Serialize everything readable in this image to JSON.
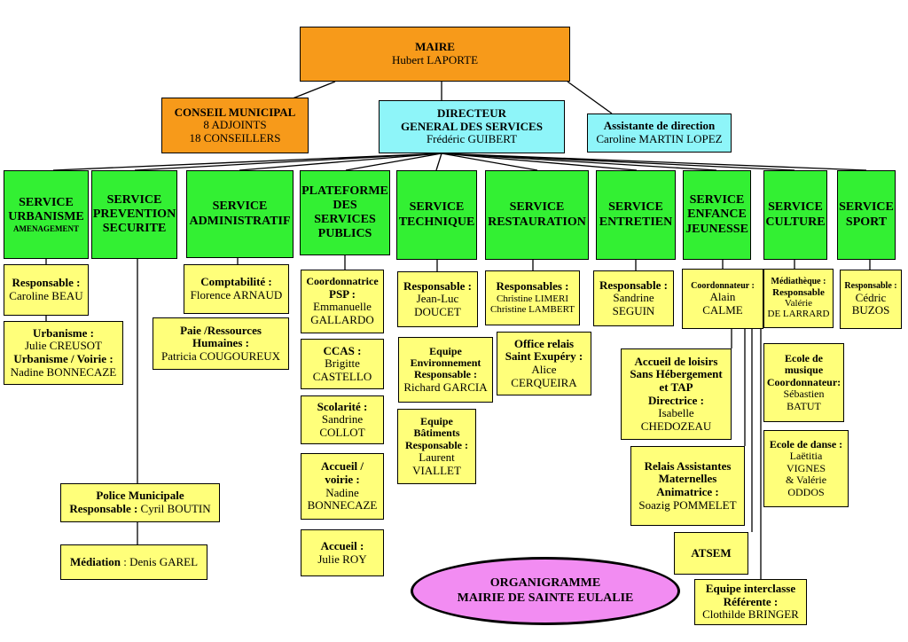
{
  "maire": {
    "title": "MAIRE",
    "name": "Hubert LAPORTE"
  },
  "conseil": {
    "title": "CONSEIL MUNICIPAL",
    "line1": "8 ADJOINTS",
    "line2": "18 CONSEILLERS"
  },
  "directeur": {
    "title1": "DIRECTEUR",
    "title2": "GENERAL DES SERVICES",
    "name": "Frédéric GUIBERT"
  },
  "assistante": {
    "title": "Assistante de direction",
    "name": "Caroline MARTIN LOPEZ"
  },
  "services": {
    "urbanisme": {
      "l1": "SERVICE",
      "l2": "URBANISME",
      "l3": "AMENAGEMENT"
    },
    "prevention": {
      "l1": "SERVICE",
      "l2": "PREVENTION",
      "l3": "SECURITE"
    },
    "administratif": {
      "l1": "SERVICE",
      "l2": "ADMINISTRATIF"
    },
    "plateforme": {
      "l1": "PLATEFORME",
      "l2": "DES",
      "l3": "SERVICES",
      "l4": "PUBLICS"
    },
    "technique": {
      "l1": "SERVICE",
      "l2": "TECHNIQUE"
    },
    "restauration": {
      "l1": "SERVICE",
      "l2": "RESTAURATION"
    },
    "entretien": {
      "l1": "SERVICE",
      "l2": "ENTRETIEN"
    },
    "enfance": {
      "l1": "SERVICE",
      "l2": "ENFANCE",
      "l3": "JEUNESSE"
    },
    "culture": {
      "l1": "SERVICE",
      "l2": "CULTURE"
    },
    "sport": {
      "l1": "SERVICE",
      "l2": "SPORT"
    }
  },
  "urbanisme": {
    "resp": {
      "label": "Responsable :",
      "name": "Caroline BEAU"
    },
    "detail": {
      "label1": "Urbanisme :",
      "name1": "Julie CREUSOT",
      "label2": "Urbanisme / Voirie :",
      "name2": "Nadine BONNECAZE"
    }
  },
  "prevention": {
    "police": {
      "title": "Police Municipale",
      "label": "Responsable :",
      "name": "Cyril BOUTIN"
    },
    "mediation": {
      "label": "Médiation",
      "name": ": Denis GAREL"
    }
  },
  "administratif": {
    "compta": {
      "label": "Comptabilité :",
      "name": "Florence ARNAUD"
    },
    "paie": {
      "label1": "Paie /Ressources",
      "label2": "Humaines :",
      "name": "Patricia COUGOUREUX"
    }
  },
  "plateforme": {
    "psp": {
      "label1": "Coordonnatrice",
      "label2": "PSP :",
      "name1": "Emmanuelle",
      "name2": "GALLARDO"
    },
    "ccas": {
      "label": "CCAS :",
      "name1": "Brigitte",
      "name2": "CASTELLO"
    },
    "scolarite": {
      "label": "Scolarité :",
      "name1": "Sandrine",
      "name2": "COLLOT"
    },
    "accueil_voirie": {
      "label1": "Accueil /",
      "label2": "voirie :",
      "name1": "Nadine",
      "name2": "BONNECAZE"
    },
    "accueil": {
      "label": "Accueil :",
      "name": "Julie ROY"
    }
  },
  "technique": {
    "resp": {
      "label": "Responsable :",
      "name1": "Jean-Luc",
      "name2": "DOUCET"
    },
    "env": {
      "label1": "Equipe",
      "label2": "Environnement",
      "label3": "Responsable :",
      "name": "Richard GARCIA"
    },
    "bat": {
      "label1": "Equipe",
      "label2": "Bâtiments",
      "label3": "Responsable :",
      "name1": "Laurent",
      "name2": "VIALLET"
    }
  },
  "restauration": {
    "resp": {
      "label": "Responsables :",
      "name1": "Christine LIMERI",
      "name2": "Christine LAMBERT"
    },
    "office": {
      "label1": "Office relais",
      "label2": "Saint Exupéry :",
      "name1": "Alice",
      "name2": "CERQUEIRA"
    }
  },
  "entretien": {
    "resp": {
      "label": "Responsable :",
      "name1": "Sandrine",
      "name2": "SEGUIN"
    }
  },
  "enfance": {
    "coord": {
      "label": "Coordonnateur :",
      "name1": "Alain",
      "name2": "CALME"
    },
    "alsh": {
      "l1": "Accueil de loisirs",
      "l2": "Sans Hébergement",
      "l3": "et TAP",
      "l4": "Directrice :",
      "name1": "Isabelle",
      "name2": "CHEDOZEAU"
    },
    "ram": {
      "l1": "Relais Assistantes",
      "l2": "Maternelles",
      "l3": "Animatrice :",
      "name": "Soazig POMMELET"
    },
    "atsem": {
      "label": "ATSEM"
    },
    "interclasse": {
      "l1": "Equipe interclasse",
      "l2": "Référente :",
      "name": "Clothilde BRINGER"
    }
  },
  "culture": {
    "media": {
      "l1": "Médiathèque :",
      "l2": "Responsable",
      "name1": "Valérie",
      "name2": "DE LARRARD"
    },
    "musique": {
      "l1": "Ecole de",
      "l2": "musique",
      "l3": "Coordonnateur:",
      "name1": "Sébastien",
      "name2": "BATUT"
    },
    "danse": {
      "l1": "Ecole de danse :",
      "name1": "Laëtitia",
      "name2": "VIGNES",
      "name3": "& Valérie",
      "name4": "ODDOS"
    }
  },
  "sport": {
    "resp": {
      "label": "Responsable :",
      "name1": "Cédric",
      "name2": "BUZOS"
    }
  },
  "caption": {
    "line1": "ORGANIGRAMME",
    "line2": "MAIRIE DE SAINTE EULALIE"
  },
  "colors": {
    "orange": "#f79a1a",
    "cyan": "#8ef5f9",
    "green": "#33f033",
    "yellow": "#ffff7a",
    "pink": "#f28cf2"
  }
}
